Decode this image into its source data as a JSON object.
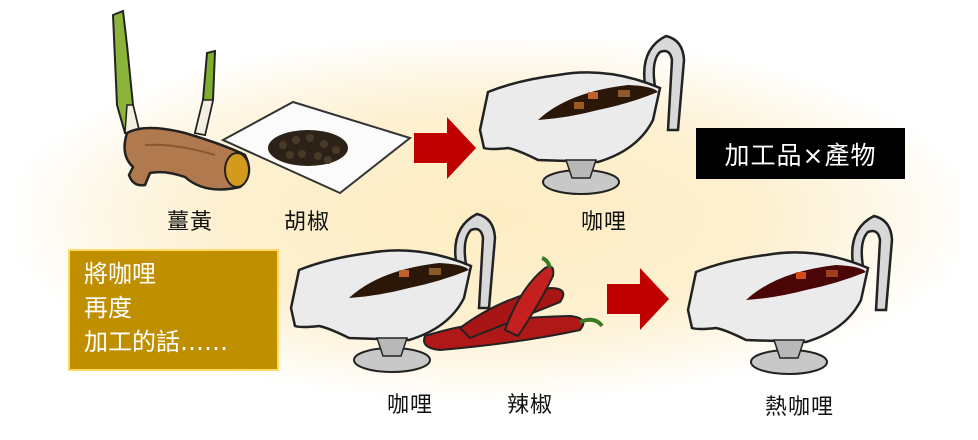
{
  "diagram": {
    "title_tag": "加工品×產物",
    "note_lines": [
      "將咖哩",
      "再度",
      "加工的話……"
    ],
    "row1": {
      "inputs": [
        {
          "label": "薑黃",
          "icon": "turmeric-icon"
        },
        {
          "label": "胡椒",
          "icon": "black-pepper-icon"
        }
      ],
      "output": {
        "label": "咖哩",
        "icon": "curry-gravy-boat-icon"
      }
    },
    "row2": {
      "inputs": [
        {
          "label": "咖哩",
          "icon": "curry-gravy-boat-icon"
        },
        {
          "label": "辣椒",
          "icon": "chili-pepper-icon"
        }
      ],
      "output": {
        "label": "熱咖哩",
        "icon": "hot-curry-gravy-boat-icon"
      }
    },
    "colors": {
      "arrow": "#c00000",
      "note_bg": "#bf8f00",
      "note_border": "#ffd966",
      "tag_bg": "#000000",
      "glow": "#fdedc4",
      "curry_sauce": "#2a1708",
      "hot_curry_sauce": "#4a0606"
    }
  }
}
